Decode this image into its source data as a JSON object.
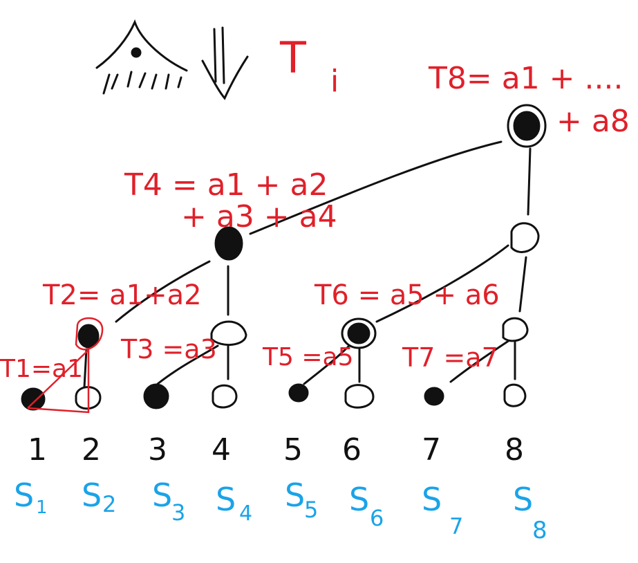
{
  "title": {
    "t_i_main": "T",
    "t_i_sub": "i"
  },
  "formulas": {
    "t8_line1": "T8= a1 + ....",
    "t8_line2": "+ a8",
    "t4_line1": "T4 = a1 + a2",
    "t4_line2": "+ a3 + a4",
    "t2": "T2= a1+a2",
    "t6": "T6 = a5 + a6",
    "t1": "T1=a1",
    "t3": "T3 =a3",
    "t5": "T5 =a5",
    "t7": "T7 =a7"
  },
  "indices": [
    "1",
    "2",
    "3",
    "4",
    "5",
    "6",
    "7",
    "8"
  ],
  "sums": [
    {
      "base": "S",
      "sub": "1"
    },
    {
      "base": "S",
      "sub": "2"
    },
    {
      "base": "S",
      "sub": "3"
    },
    {
      "base": "S",
      "sub": "4"
    },
    {
      "base": "S",
      "sub": "5"
    },
    {
      "base": "S",
      "sub": "6"
    },
    {
      "base": "S",
      "sub": "7"
    },
    {
      "base": "S",
      "sub": "8"
    }
  ],
  "colors": {
    "ink": "#111111",
    "annotation": "#e0202a",
    "sums": "#1aa3e8"
  },
  "icons": [
    "tree-sketch-icon",
    "down-arrow-icon"
  ]
}
